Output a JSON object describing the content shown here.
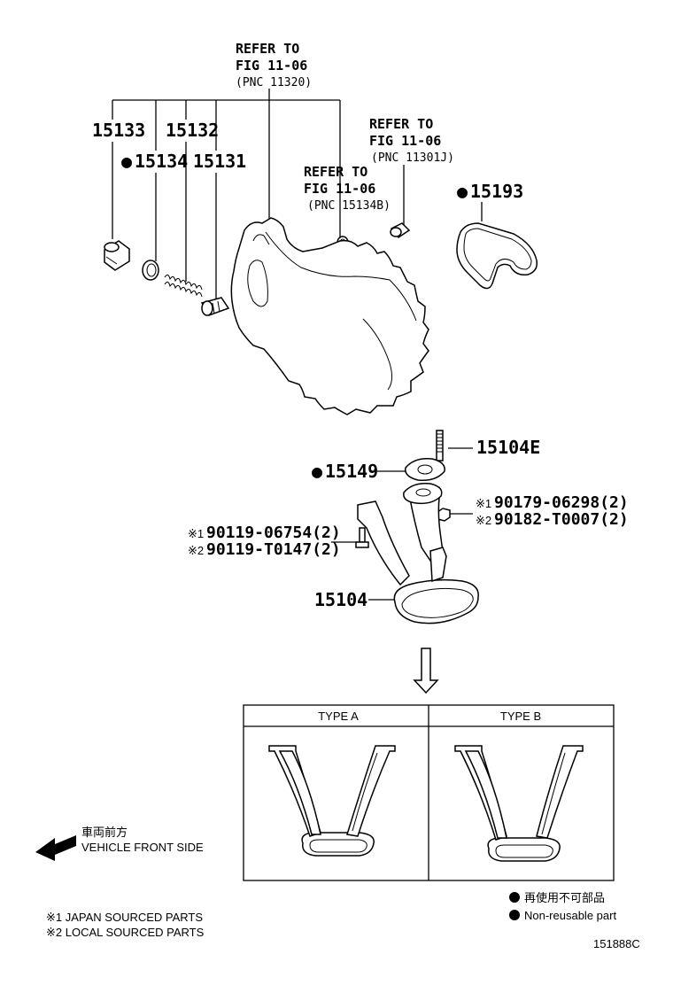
{
  "refs": {
    "top": {
      "line1": "REFER TO",
      "line2": "FIG 11-06",
      "line3": "(PNC 11320)"
    },
    "right": {
      "line1": "REFER TO",
      "line2": "FIG 11-06",
      "line3": "(PNC 11301J)"
    },
    "mid": {
      "line1": "REFER TO",
      "line2": "FIG 11-06",
      "line3": "(PNC 15134B)"
    }
  },
  "parts": {
    "p15133": "15133",
    "p15132": "15132",
    "p15134": "15134",
    "p15131": "15131",
    "p15193": "15193",
    "p15104E": "15104E",
    "p15149": "15149",
    "p15104": "15104",
    "bolt_jp": "90119-06754(2)",
    "bolt_local": "90119-T0147(2)",
    "nut_jp": "90179-06298(2)",
    "nut_local": "90182-T0007(2)"
  },
  "marks": {
    "japan": "※1",
    "local": "※2",
    "dot": "●"
  },
  "types": {
    "a": "TYPE A",
    "b": "TYPE B"
  },
  "direction": {
    "jp": "車両前方",
    "en": "VEHICLE FRONT SIDE"
  },
  "legend": {
    "nonreusable_jp": "再使用不可部品",
    "nonreusable_en": "Non-reusable part",
    "japan_sourced": "※1 JAPAN SOURCED PARTS",
    "local_sourced": "※2 LOCAL SOURCED PARTS"
  },
  "figure_id": "151888C"
}
